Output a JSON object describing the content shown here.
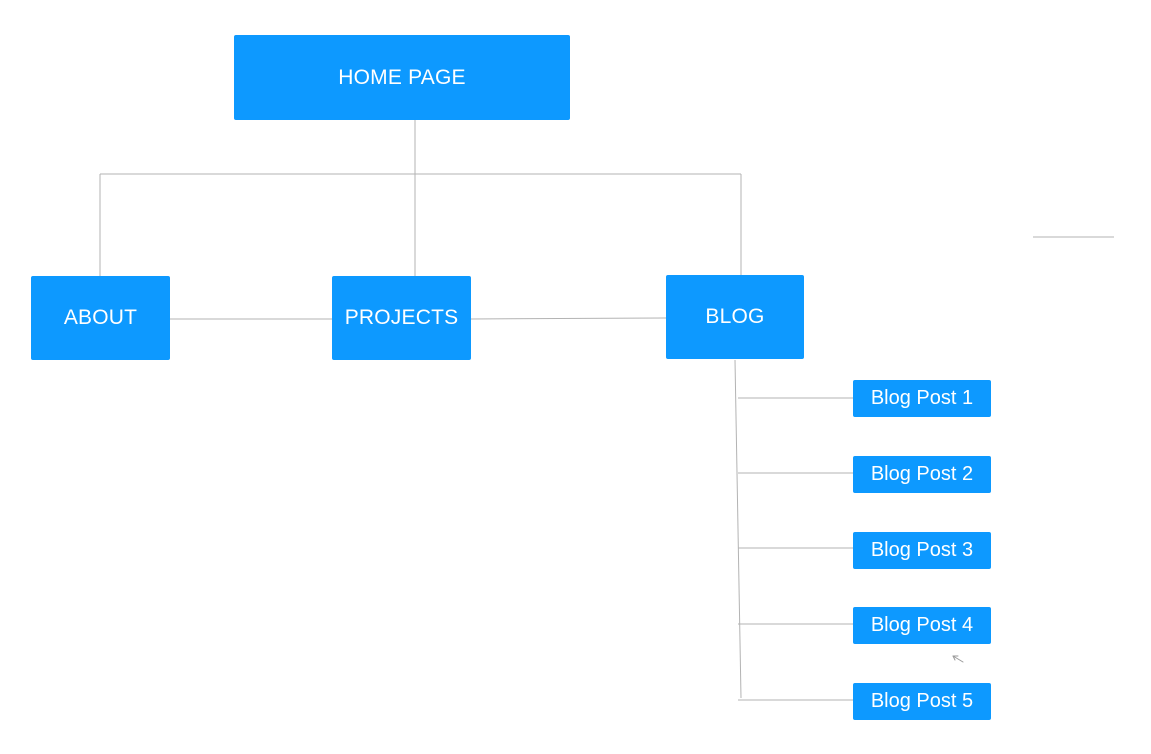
{
  "colors": {
    "node_fill": "#0d99ff",
    "node_text": "#ffffff",
    "connector": "#b3b3b3"
  },
  "sitemap": {
    "root": {
      "label": "HOME PAGE"
    },
    "sections": [
      {
        "label": "ABOUT"
      },
      {
        "label": "PROJECTS"
      },
      {
        "label": "BLOG"
      }
    ],
    "blog_posts": [
      {
        "label": "Blog Post 1"
      },
      {
        "label": "Blog Post 2"
      },
      {
        "label": "Blog Post 3"
      },
      {
        "label": "Blog Post 4"
      },
      {
        "label": "Blog Post 5"
      }
    ]
  },
  "icons": {
    "cursor": "pointer-arrow-icon"
  }
}
